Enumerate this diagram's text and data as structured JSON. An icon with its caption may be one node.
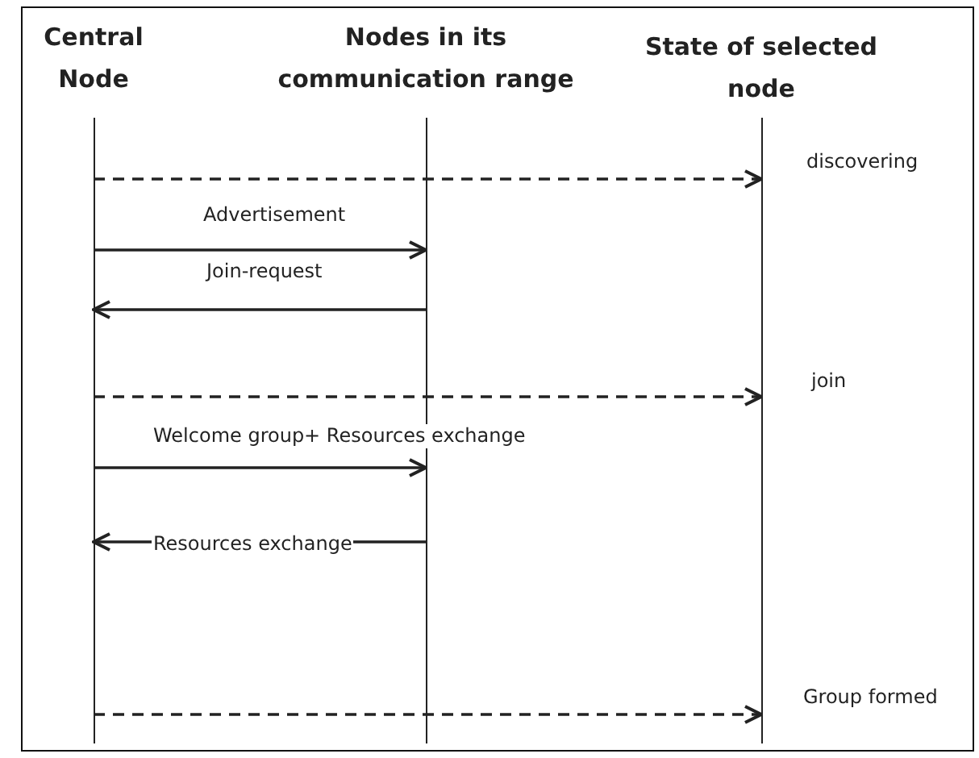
{
  "diagram": {
    "nodes": [
      {
        "text": [
          "Central Node"
        ]
      },
      {
        "text": [
          "Nodes in its communication range"
        ]
      },
      {
        "text": [
          "State of selected node"
        ]
      }
    ],
    "edges": [
      {
        "from": 0,
        "to": 2,
        "arrow": "to",
        "style": "dashed"
      },
      {
        "from": 0,
        "to": 1,
        "arrow": "to",
        "label": "Advertisement"
      },
      {
        "from": 1,
        "to": 0,
        "arrow": "to",
        "label": "Join-request"
      },
      {
        "from": 0,
        "to": 2,
        "arrow": "to",
        "style": "dashed"
      },
      {
        "from": 0,
        "to": 1,
        "arrow": "to",
        "label": "Welcome group+ Resources exchange"
      },
      {
        "from": 1,
        "to": 0,
        "arrow": "to",
        "label": "Resources exchange"
      },
      {
        "from": 0,
        "to": 2,
        "arrow": "to",
        "style": "dashed"
      }
    ],
    "labels": [
      "discovering",
      "join",
      "Group formed"
    ]
  }
}
